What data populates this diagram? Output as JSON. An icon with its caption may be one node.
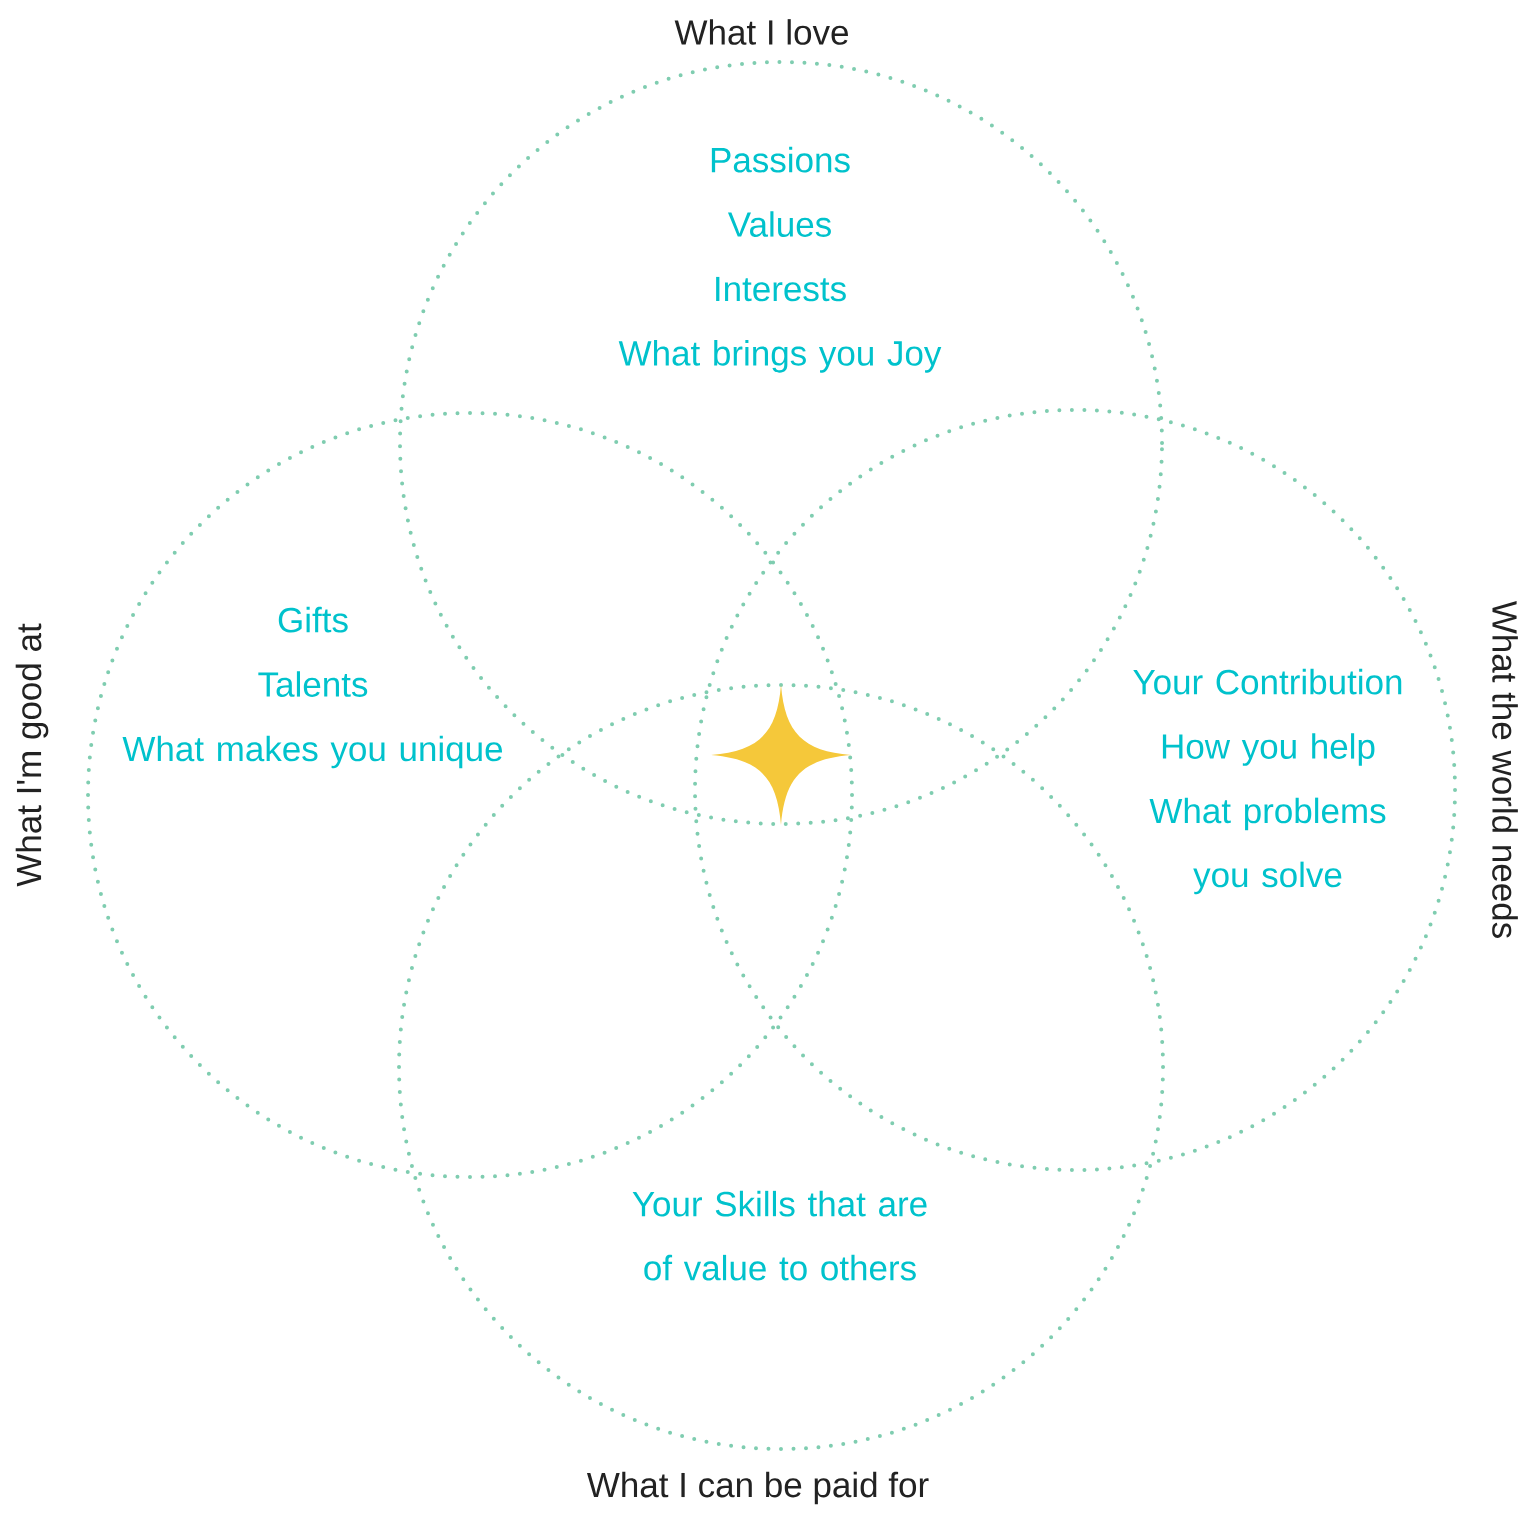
{
  "diagram": {
    "nodes": [
      {
        "text": [
          "What I love",
          "Passions",
          "Values",
          "Interests",
          "What brings you Joy"
        ]
      },
      {
        "text": [
          "What I'm good at",
          "Gifts",
          "Talents",
          "What makes you unique"
        ]
      },
      {
        "text": [
          "What the world needs",
          "Your Contribution",
          "How you help",
          "What problems you solve"
        ]
      },
      {
        "text": [
          "Your Skills that are of value to others",
          "What I can be paid for"
        ]
      }
    ]
  }
}
